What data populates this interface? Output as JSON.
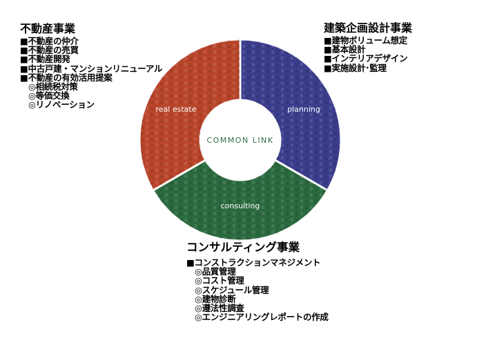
{
  "center": {
    "label": "COMMON LINK"
  },
  "segments": [
    {
      "id": "planning",
      "label": "planning",
      "color": "#3b3d8c",
      "start_deg": 0,
      "end_deg": 120
    },
    {
      "id": "consulting",
      "label": "consulting",
      "color": "#2b6a3f",
      "start_deg": 120,
      "end_deg": 240
    },
    {
      "id": "real-estate",
      "label": "real estate",
      "color": "#b8452a",
      "start_deg": 240,
      "end_deg": 360
    }
  ],
  "real_estate": {
    "title": "不動産事業",
    "items": [
      {
        "text": "■不動産の仲介",
        "level": 0
      },
      {
        "text": "■不動産の売買",
        "level": 0
      },
      {
        "text": "■不動産開発",
        "level": 0
      },
      {
        "text": "■中古戸建・マンションリニューアル",
        "level": 0
      },
      {
        "text": "■不動産の有効活用提案",
        "level": 0
      },
      {
        "text": "◎相続税対策",
        "level": 1
      },
      {
        "text": "◎等価交換",
        "level": 1
      },
      {
        "text": "◎リノベーション",
        "level": 1
      }
    ]
  },
  "planning": {
    "title": "建築企画設計事業",
    "items": [
      {
        "text": "■建物ボリューム想定",
        "level": 0
      },
      {
        "text": "■基本設計",
        "level": 0
      },
      {
        "text": "■インテリアデザイン",
        "level": 0
      },
      {
        "text": "■実施設計･監理",
        "level": 0
      }
    ]
  },
  "consulting": {
    "title": "コンサルティング事業",
    "items": [
      {
        "text": "■コンストラクションマネジメント",
        "level": 0
      },
      {
        "text": "◎品質管理",
        "level": 1
      },
      {
        "text": "◎コスト管理",
        "level": 1
      },
      {
        "text": "◎スケジュール管理",
        "level": 1
      },
      {
        "text": "◎建物診断",
        "level": 1
      },
      {
        "text": "◎遵法性調査",
        "level": 1
      },
      {
        "text": "◎エンジニアリングレポートの作成",
        "level": 1
      }
    ]
  }
}
